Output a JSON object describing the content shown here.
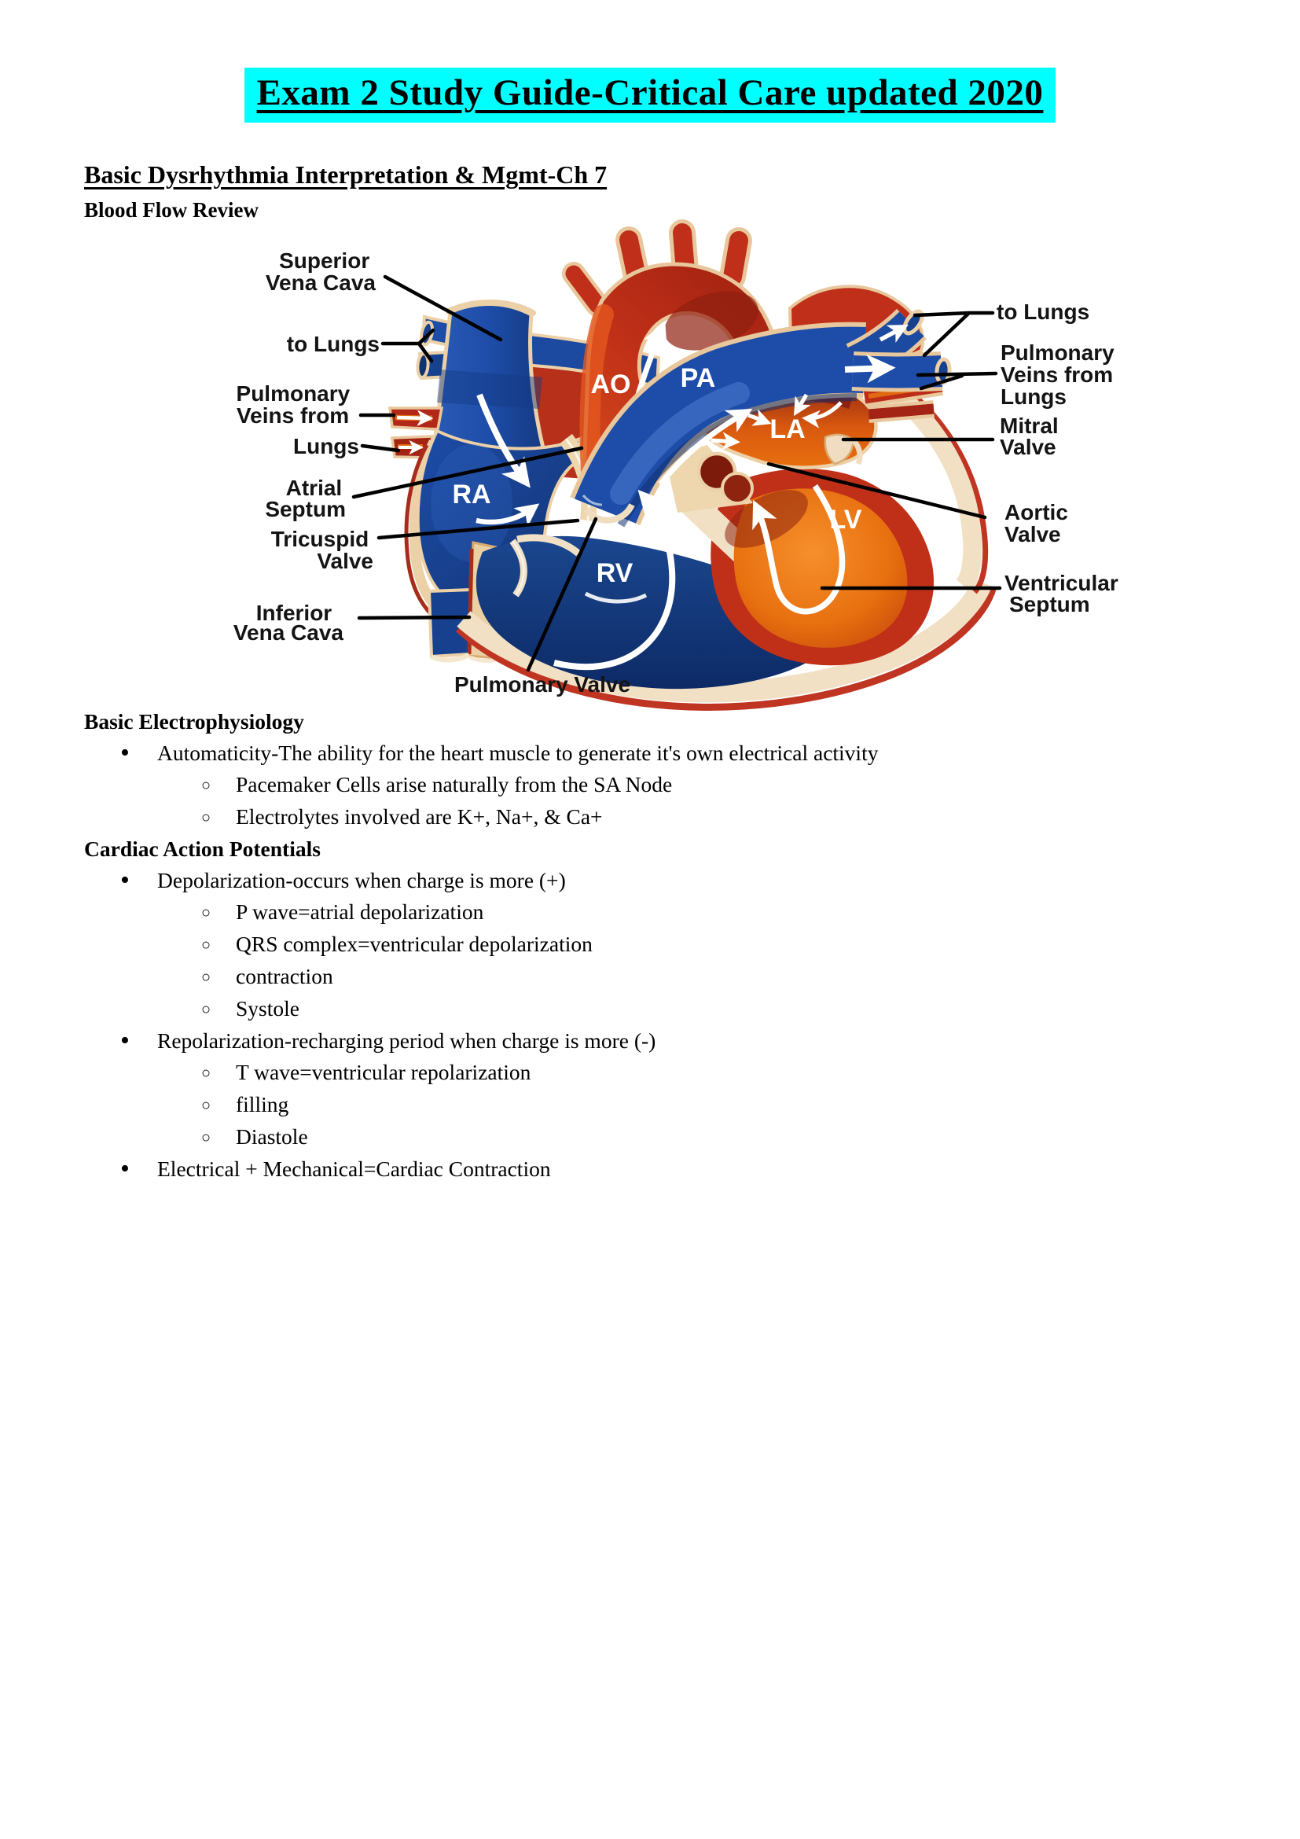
{
  "page": {
    "title": "Exam 2 Study Guide-Critical Care updated 2020"
  },
  "doc": {
    "heading": "Basic Dysrhythmia Interpretation & Mgmt-Ch 7",
    "subheading": "Blood Flow Review",
    "bullet_glyph": "•",
    "sub_bullet_glyph": "○",
    "sections": [
      {
        "heading": "Basic Electrophysiology",
        "items": [
          {
            "text": "Automaticity-The ability for the heart muscle to generate it's own electrical activity",
            "subs": [
              "Pacemaker Cells arise naturally from the SA Node",
              "Electrolytes involved are K+, Na+, & Ca+"
            ]
          }
        ]
      },
      {
        "heading": "Cardiac Action Potentials",
        "items": [
          {
            "text": "Depolarization-occurs when charge is more (+)",
            "subs": [
              "P wave=atrial depolarization",
              "QRS complex=ventricular depolarization",
              "contraction",
              "Systole"
            ]
          },
          {
            "text": "Repolarization-recharging period when charge is more (-)",
            "subs": [
              "T wave=ventricular repolarization",
              "filling",
              "Diastole"
            ]
          },
          {
            "text": "Electrical + Mechanical=Cardiac Contraction",
            "subs": []
          }
        ]
      }
    ]
  },
  "diagram": {
    "chambers": {
      "ao": "AO",
      "pa": "PA",
      "la": "LA",
      "ra": "RA",
      "lv": "LV",
      "rv": "RV"
    },
    "left_labels": [
      {
        "id": "superior-vena-cava",
        "lines": [
          "Superior",
          "Vena Cava"
        ]
      },
      {
        "id": "to-lungs-left",
        "lines": [
          "to Lungs"
        ]
      },
      {
        "id": "pulmonary-veins-left",
        "lines": [
          "Pulmonary",
          "Veins from",
          "Lungs"
        ]
      },
      {
        "id": "atrial-septum",
        "lines": [
          "Atrial",
          "Septum"
        ]
      },
      {
        "id": "tricuspid-valve",
        "lines": [
          "Tricuspid",
          "Valve"
        ]
      },
      {
        "id": "inferior-vena-cava",
        "lines": [
          "Inferior",
          "Vena Cava"
        ]
      },
      {
        "id": "pulmonary-valve",
        "lines": [
          "Pulmonary Valve"
        ]
      }
    ],
    "right_labels": [
      {
        "id": "to-lungs-right",
        "lines": [
          "to Lungs"
        ]
      },
      {
        "id": "pulmonary-veins-right",
        "lines": [
          "Pulmonary",
          "Veins from",
          "Lungs"
        ]
      },
      {
        "id": "mitral-valve",
        "lines": [
          "Mitral",
          "Valve"
        ]
      },
      {
        "id": "aortic-valve",
        "lines": [
          "Aortic",
          "Valve"
        ]
      },
      {
        "id": "ventricular-septum",
        "lines": [
          "Ventricular",
          "Septum"
        ]
      }
    ]
  },
  "colors": {
    "title_highlight": "#00ffff",
    "vein_blue": "#1d4da8",
    "artery_red": "#bf2f1a",
    "chamber_orange": "#e8700f",
    "wall_cream": "#ecd0a7"
  }
}
